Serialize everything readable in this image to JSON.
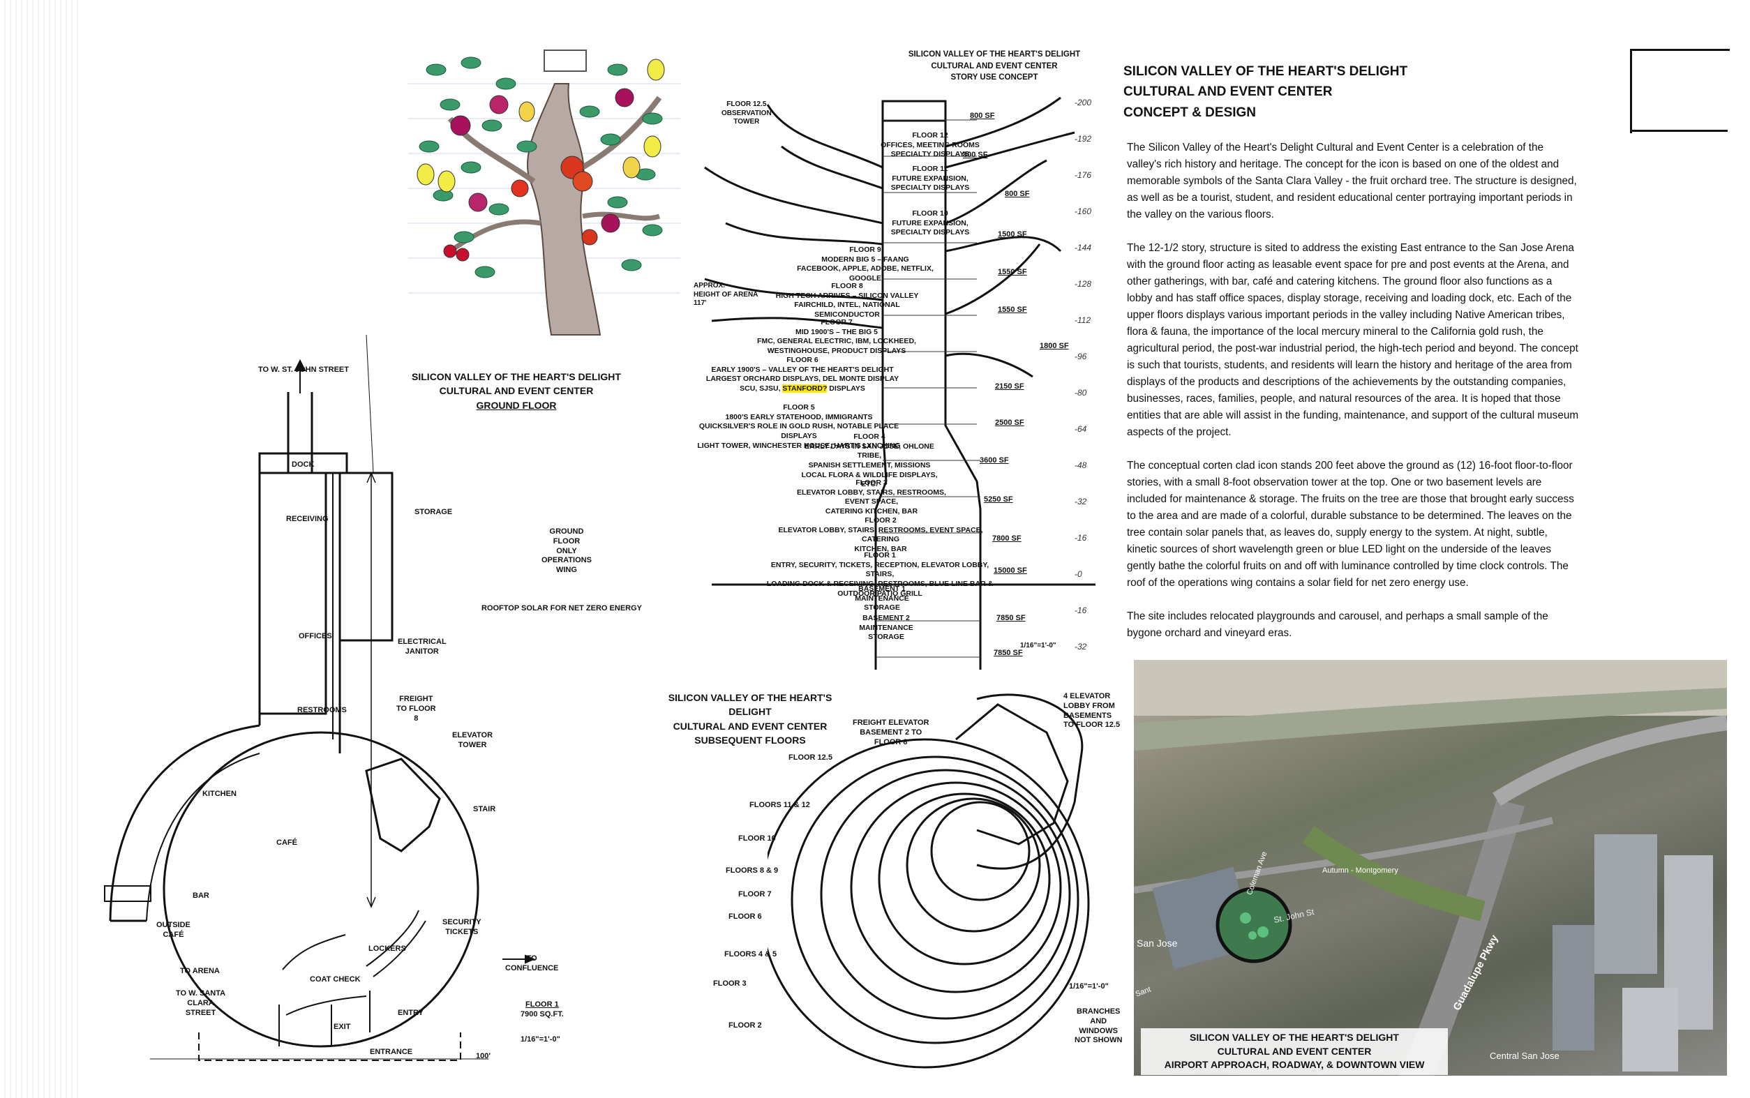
{
  "ground_floor": {
    "caption": [
      "SILICON VALLEY OF THE HEART'S DELIGHT",
      "CULTURAL AND EVENT CENTER",
      "GROUND FLOOR"
    ],
    "to_north": "TO W. ST. JOHN STREET",
    "rooms": {
      "dock": "DOCK",
      "receiving": "RECEIVING",
      "storage": "STORAGE",
      "offices": "OFFICES",
      "electrical": [
        "ELECTRICAL",
        "JANITOR"
      ],
      "restrooms": "RESTROOMS",
      "freight": [
        "FREIGHT",
        "TO FLOOR",
        "8"
      ],
      "elevator": [
        "ELEVATOR",
        "TOWER"
      ],
      "stair": "STAIR",
      "kitchen": "KITCHEN",
      "cafe": "CAFÉ",
      "bar": "BAR",
      "outside_cafe": [
        "OUTSIDE",
        "CAFÉ"
      ],
      "lockers": "LOCKERS",
      "security": [
        "SECURITY",
        "TICKETS"
      ],
      "coat_check": "COAT CHECK",
      "exit": "EXIT",
      "entry": "ENTRY",
      "entrance": "ENTRANCE"
    },
    "ops_wing": [
      "GROUND",
      "FLOOR",
      "ONLY",
      "OPERATIONS",
      "WING"
    ],
    "rooftop": "ROOFTOP SOLAR FOR NET ZERO ENERGY",
    "to_arena": "TO ARENA",
    "to_santa_clara": [
      "TO W. SANTA",
      "CLARA",
      "STREET"
    ],
    "to_confluence": [
      "TO",
      "CONFLUENCE"
    ],
    "floor_info": [
      "FLOOR 1",
      "7900 SQ.FT."
    ],
    "scale": "1/16\"=1'-0\"",
    "dimension": "100'"
  },
  "story_concept": {
    "caption": [
      "SILICON VALLEY OF THE HEART'S DELIGHT",
      "CULTURAL AND EVENT CENTER",
      "STORY USE CONCEPT"
    ],
    "observation": [
      "FLOOR 12.5",
      "OBSERVATION",
      "TOWER"
    ],
    "approx": [
      "APPROX.",
      "HEIGHT OF ARENA",
      "117'"
    ],
    "floors": [
      [
        "FLOOR 12",
        "OFFICES, MEETING ROOMS",
        "SPECIALTY DISPLAYS"
      ],
      [
        "FLOOR 11",
        "FUTURE EXPANSION,",
        "SPECIALTY DISPLAYS"
      ],
      [
        "FLOOR 10",
        "FUTURE EXPANSION,",
        "SPECIALTY DISPLAYS"
      ],
      [
        "FLOOR 9",
        "MODERN BIG 5 – FAANG",
        "FACEBOOK, APPLE, ADOBE, NETFLIX, GOOGLE"
      ],
      [
        "FLOOR 8",
        "HIGH TECH ARRIVES – SILICON VALLEY",
        "FAIRCHILD, INTEL, NATIONAL SEMICONDUCTOR"
      ],
      [
        "FLOOR 7",
        "MID 1900'S – THE BIG 5",
        "FMC, GENERAL ELECTRIC, IBM, LOCKHEED,",
        "WESTINGHOUSE, PRODUCT DISPLAYS"
      ],
      [
        "FLOOR 6",
        "EARLY 1900'S – VALLEY OF THE HEART'S DELIGHT",
        "LARGEST ORCHARD DISPLAYS, DEL MONTE DISPLAY"
      ],
      [
        "FLOOR 5",
        "1800'S EARLY STATEHOOD, IMMIGRANTS",
        "QUICKSILVER'S ROLE IN GOLD RUSH, NOTABLE PLACE DISPLAYS",
        "LIGHT TOWER, WINCHESTER HOUSE, HART'S LYNCHING"
      ],
      [
        "FLOOR 4",
        "EARLY DAYS IN SAN JOSE, OHLONE TRIBE,",
        "SPANISH SETTLEMENT, MISSIONS",
        "LOCAL FLORA & WILDLIFE DISPLAYS, ETC."
      ],
      [
        "FLOOR 3",
        "ELEVATOR LOBBY, STAIRS, RESTROOMS, EVENT SPACE,",
        "CATERING KITCHEN, BAR"
      ],
      [
        "FLOOR 2",
        "ELEVATOR LOBBY, STAIRS, RESTROOMS, EVENT SPACE, CATERING",
        "KITCHEN, BAR"
      ],
      [
        "FLOOR 1",
        "ENTRY, SECURITY, TICKETS, RECEPTION, ELEVATOR LOBBY, STAIRS,",
        "LOADING DOCK & RECEIVING, RESTROOMS, BLUE LINE BAR &",
        "OUTDOOR PATIO GRILL"
      ],
      [
        "BASEMENT 1",
        "MAINTENANCE",
        "STORAGE"
      ],
      [
        "BASEMENT 2",
        "MAINTENANCE",
        "STORAGE"
      ]
    ],
    "floor6_extra_pre": "SCU, SJSU, ",
    "floor6_highlight": "STANFORD?",
    "floor6_extra_post": " DISPLAYS",
    "areas": [
      "800 SF",
      "800 SF",
      "800 SF",
      "1500 SF",
      "1550 SF",
      "1550 SF",
      "1800 SF",
      "2150 SF",
      "2500 SF",
      "3600 SF",
      "5250 SF",
      "7800 SF",
      "15000 SF",
      "7850 SF",
      "7850 SF"
    ],
    "elevations": [
      "-200",
      "-192",
      "-176",
      "-160",
      "-144",
      "-128",
      "-112",
      "-96",
      "-80",
      "-64",
      "-48",
      "-32",
      "-16",
      "-0",
      "-16",
      "-32"
    ],
    "scale": "1/16\"=1'-0\""
  },
  "subsequent": {
    "caption": [
      "SILICON VALLEY OF THE HEART'S DELIGHT",
      "CULTURAL AND EVENT CENTER",
      "SUBSEQUENT FLOORS"
    ],
    "freight": [
      "FREIGHT ELEVATOR",
      "BASEMENT 2 TO",
      "FLOOR 8"
    ],
    "elev4": [
      "4 ELEVATOR",
      "LOBBY FROM",
      "BASEMENTS",
      "TO FLOOR 12.5"
    ],
    "labels": [
      "FLOOR 12.5",
      "FLOORS 11 & 12",
      "FLOOR 10",
      "FLOORS 8 & 9",
      "FLOOR 7",
      "FLOOR 6",
      "FLOORS 4 & 5",
      "FLOOR 3",
      "FLOOR 2"
    ],
    "scale": "1/16\"=1'-0\"",
    "note": [
      "BRANCHES",
      "AND",
      "WINDOWS",
      "NOT SHOWN"
    ]
  },
  "concept": {
    "title": [
      "SILICON VALLEY OF THE HEART'S DELIGHT",
      "CULTURAL AND EVENT CENTER",
      "CONCEPT & DESIGN"
    ],
    "paragraphs": [
      "The Silicon Valley of the Heart's Delight Cultural and Event Center is a celebration of the valley's rich history and heritage.  The concept for the icon is based on one of the oldest and memorable symbols of the Santa Clara Valley - the fruit orchard tree.  The structure is designed, as well as be a tourist, student, and resident educational center portraying important periods in the valley on the various floors.",
      "The 12-1/2 story, structure is sited to address the existing East entrance to the San Jose Arena with the ground floor acting as leasable event space for pre and post events at the Arena, and other gatherings, with bar, café and catering kitchens.  The ground floor also functions as a lobby and has staff office spaces, display storage, receiving and loading dock, etc.  Each of the upper floors displays various important periods in the valley including Native American tribes, flora & fauna, the importance of the local mercury mineral to the California gold rush, the agricultural period, the post-war industrial period, the high-tech period and beyond.  The concept is such that tourists, students, and residents will learn the history and heritage of the area from displays of the products and descriptions of the achievements by the outstanding companies, businesses, races, families, people, and natural resources of the area.  It is hoped that those entities that are able will assist in the funding, maintenance, and support of the cultural museum aspects of the project.",
      "The conceptual corten clad icon stands 200 feet above the ground as (12) 16-foot floor-to-floor stories, with a small 8-foot observation tower at the top.  One or two basement levels are included for maintenance & storage.  The fruits on the tree are those that brought early success to the area and are made of a colorful, durable substance to be determined.  The leaves on the tree contain solar panels that, as leaves do, supply energy to the system.  At night, subtle, kinetic sources of short wavelength green or blue LED light on the underside of the leaves gently bathe the colorful fruits on and off with luminance controlled by time clock controls.  The roof of the operations wing contains a solar field for net zero energy use.",
      "The site includes relocated playgrounds and carousel, and perhaps a small sample of the bygone orchard and vineyard eras."
    ]
  },
  "aerial": {
    "caption": [
      "SILICON VALLEY OF THE HEART'S DELIGHT",
      "CULTURAL AND EVENT CENTER",
      "AIRPORT APPROACH, ROADWAY, & DOWNTOWN VIEW"
    ],
    "map_labels": [
      "San Jose",
      "Autumn - Montgomery",
      "St. John St",
      "Guadalupe Pkwy",
      "Central San Jose",
      "Coleman Ave",
      "Sant"
    ]
  }
}
